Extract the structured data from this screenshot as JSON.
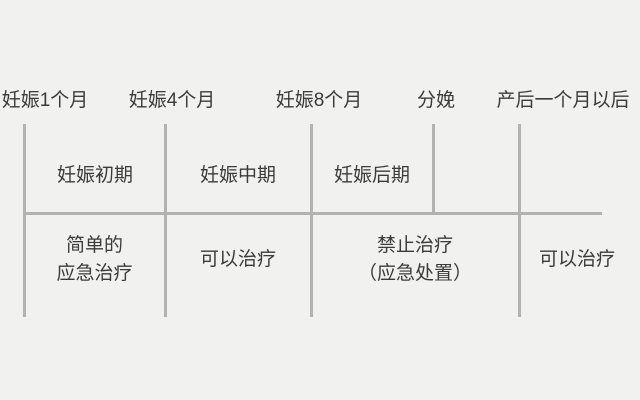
{
  "diagram": {
    "description_colors": {
      "background": "#f1f1ef",
      "line": "#b2b2b0",
      "text": "#3b3b3b"
    },
    "milestones": [
      {
        "label": "妊娠1个月"
      },
      {
        "label": "妊娠4个月"
      },
      {
        "label": "妊娠8个月"
      },
      {
        "label": "分娩"
      },
      {
        "label": "产后一个月以后"
      }
    ],
    "periods": [
      {
        "label": "妊娠初期"
      },
      {
        "label": "妊娠中期"
      },
      {
        "label": "妊娠后期"
      }
    ],
    "treatments": [
      {
        "line1": "简单的",
        "line2": "应急治疗"
      },
      {
        "line1": "可以治疗"
      },
      {
        "line1": "禁止治疗",
        "line2": "（应急处置）"
      },
      {
        "line1": "可以治疗"
      }
    ]
  }
}
